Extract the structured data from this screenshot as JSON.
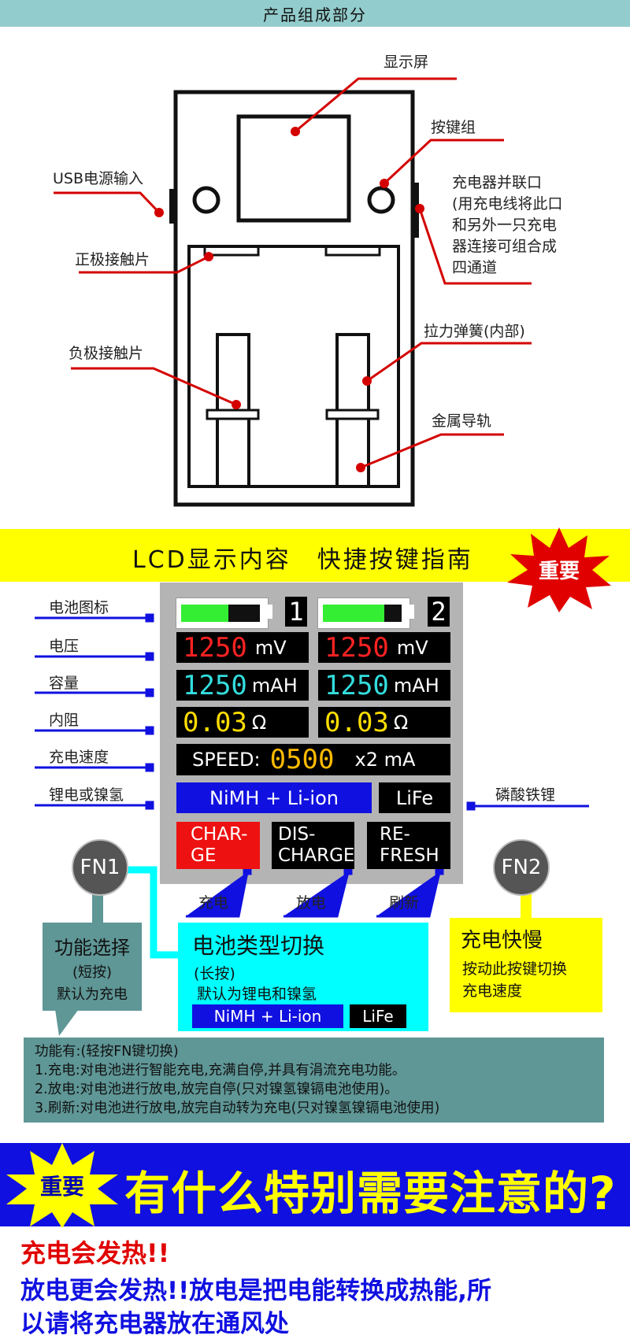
{
  "part1": {
    "title": "产品组成部分",
    "labels": {
      "display": "显示屏",
      "buttons": "按键组",
      "usb": "USB电源输入",
      "parallel": [
        "充电器并联口",
        "(用充电线将此口",
        "和另外一只充电",
        "器连接可组合成",
        "四通道"
      ],
      "positive": "正极接触片",
      "spring": "拉力弹簧(内部)",
      "negative": "负极接触片",
      "rail": "金属导轨"
    }
  },
  "part2": {
    "title": "LCD显示内容　快捷按键指南",
    "important_badge": "重要",
    "left_labels": [
      "电池图标",
      "电压",
      "容量",
      "内阻",
      "充电速度",
      "锂电或镍氢"
    ],
    "right_label": "磷酸铁锂",
    "lcd": {
      "ch1": "1",
      "ch2": "2",
      "battery_levels": [
        0.6,
        0.78
      ],
      "voltage_value": "1250",
      "voltage_unit": "mV",
      "capacity_value": "1250",
      "capacity_unit": "mAH",
      "resistance_value": "0.03",
      "resistance_unit": "Ω",
      "speed_label": "SPEED:",
      "speed_value": "0500",
      "speed_unit": "x2 mA",
      "type_nimh": "NiMH + Li-ion",
      "type_life": "LiFe",
      "mode_charge": [
        "CHAR-",
        "GE"
      ],
      "mode_discharge": [
        "DIS-",
        "CHARGE"
      ],
      "mode_refresh": [
        "RE-",
        "FRESH"
      ]
    },
    "mode_labels": [
      "充电",
      "放电",
      "刷新"
    ],
    "fn1": "FN1",
    "fn2": "FN2",
    "fn1_box": {
      "title": "功能选择",
      "sub": "(短按)",
      "desc": "默认为充电"
    },
    "type_box": {
      "title": "电池类型切换",
      "sub": "(长按)",
      "desc": "默认为锂电和镍氢",
      "nimh": "NiMH + Li-ion",
      "life": "LiFe"
    },
    "fn2_box": {
      "title": "充电快慢",
      "lines": [
        "按动此按键切换",
        "充电速度"
      ]
    },
    "functions": {
      "header": "功能有:(轻按FN键切换)",
      "items": [
        "1.充电:对电池进行智能充电,充满自停,并具有涓流充电功能。",
        "2.放电:对电池进行放电,放完自停(只对镍氢镍镉电池使用)。",
        "3.刷新:对电池进行放电,放完自动转为充电(只对镍氢镍镉电池使用)"
      ]
    }
  },
  "part3": {
    "badge": "重要",
    "title": "有什么特别需要注意的?",
    "line1": "充电会发热!!",
    "line2": "放电更会发热!!放电是把电能转换成热能,所",
    "line3": "以请将充电器放在通风处"
  },
  "colors": {
    "header_teal": "#93cccc",
    "yellow": "#ffff00",
    "red": "#e00000",
    "lcd_gray": "#b4b4b4",
    "cyan": "#00ffff",
    "dark_teal": "#5f9696",
    "blue": "#1010e0",
    "digit_red": "#ff2222",
    "digit_cyan": "#33dddd",
    "digit_yellow": "#ffdd00"
  }
}
